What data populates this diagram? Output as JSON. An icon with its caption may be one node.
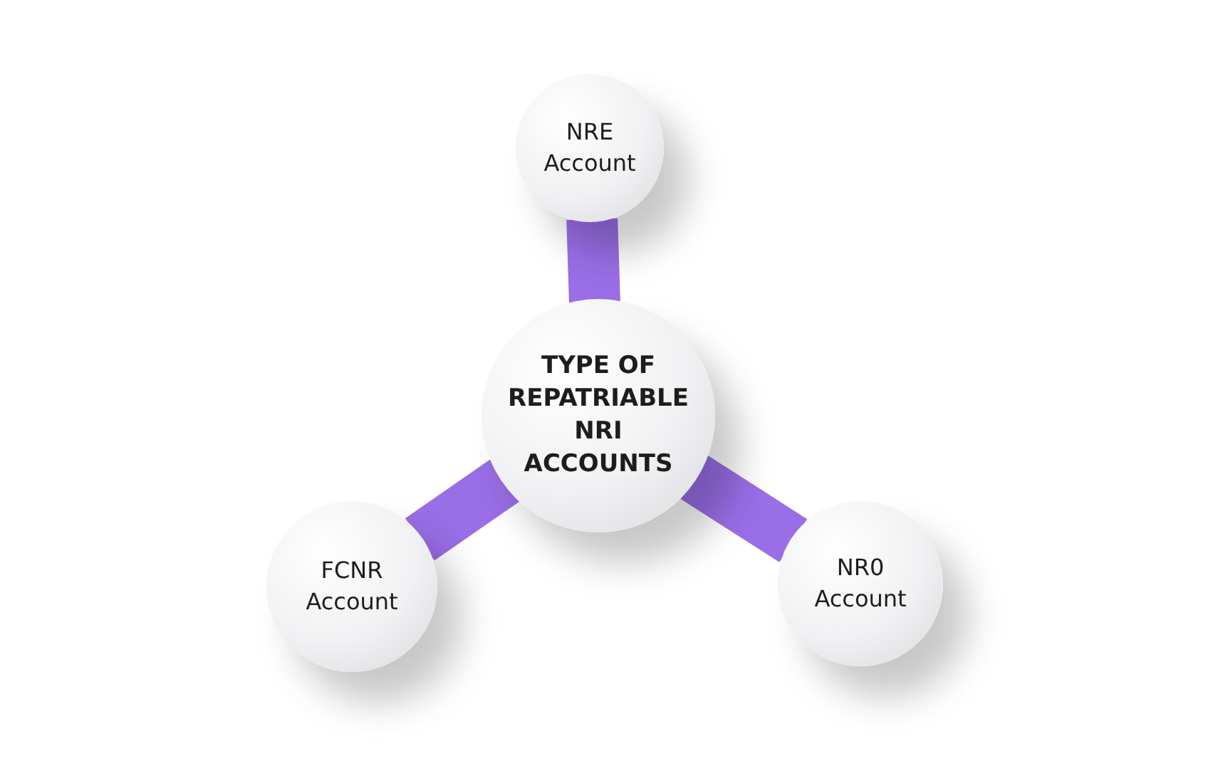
{
  "diagram": {
    "nodes": [
      {
        "text": [
          "TYPE OF REPATRIABLE NRI ACCOUNTS"
        ]
      },
      {
        "text": [
          "NRE Account"
        ]
      },
      {
        "text": [
          "FCNR Account"
        ]
      },
      {
        "text": [
          "NR0 Account"
        ]
      }
    ],
    "edges": [
      {
        "from": 0,
        "to": 1,
        "arrow": "none"
      },
      {
        "from": 0,
        "to": 2,
        "arrow": "none"
      },
      {
        "from": 0,
        "to": 3,
        "arrow": "none"
      }
    ]
  }
}
